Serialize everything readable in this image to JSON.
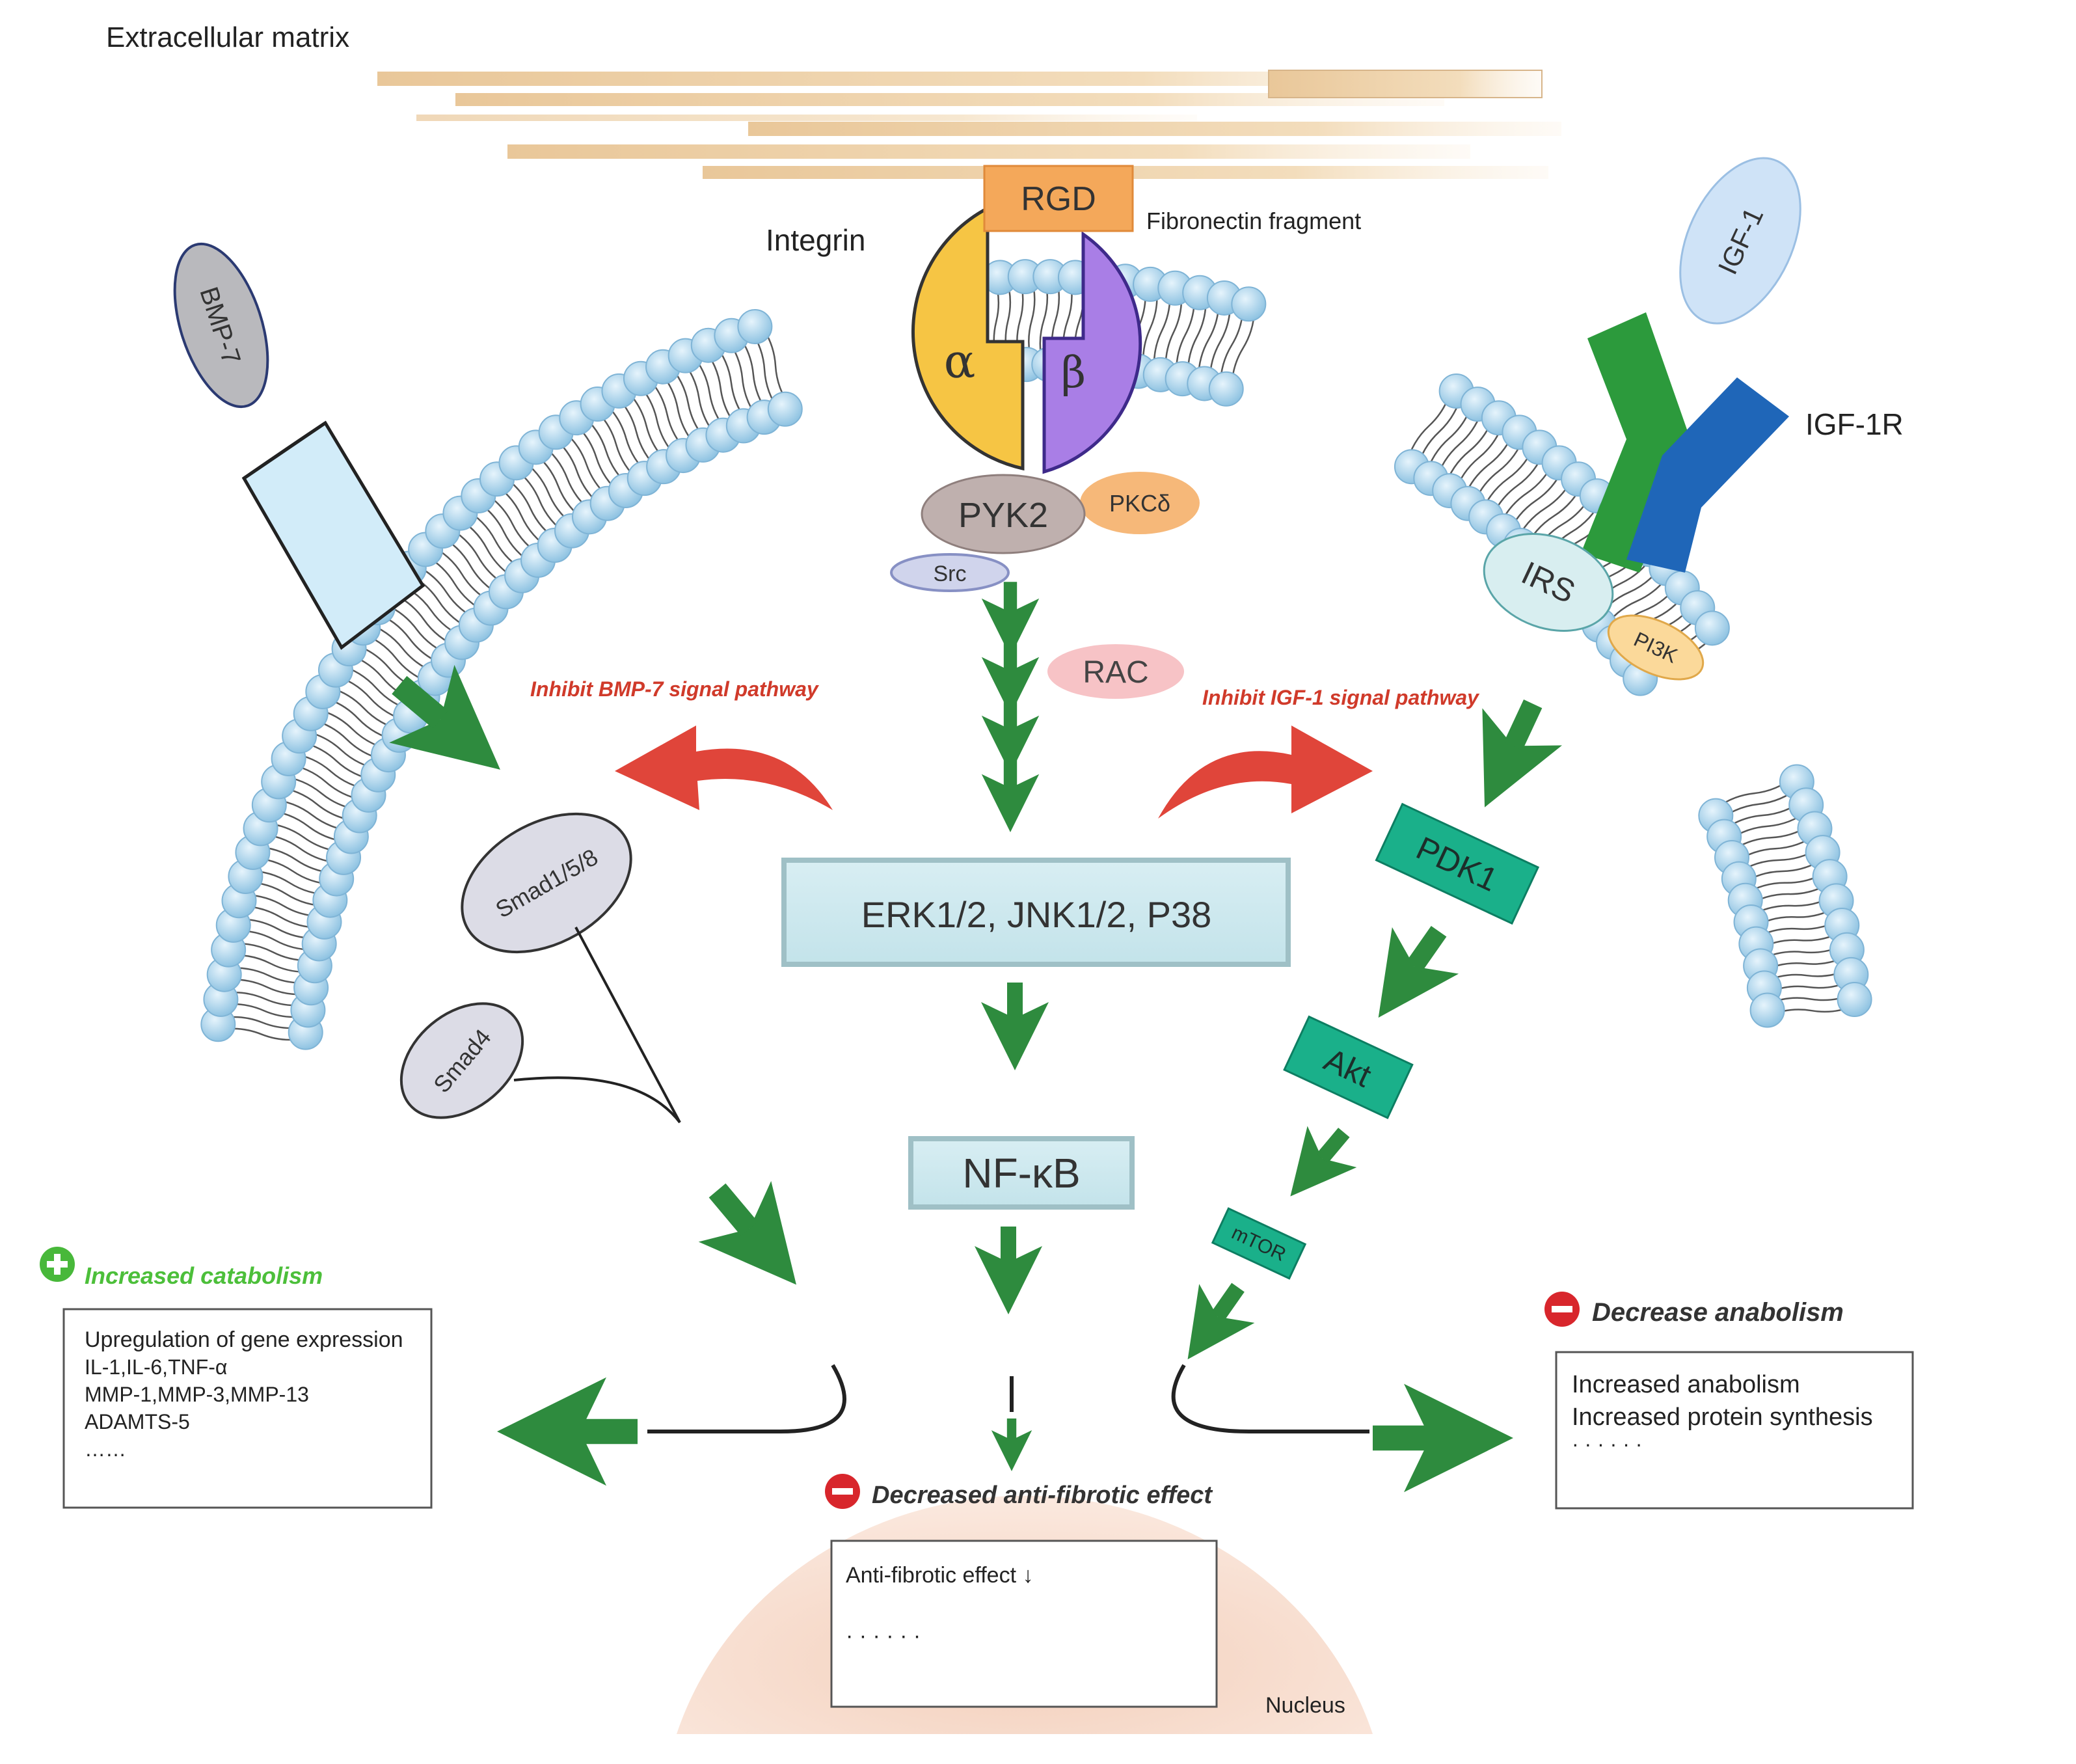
{
  "labels": {
    "extracellular_matrix": "Extracellular matrix",
    "rgd": "RGD",
    "fibronectin_fragment": "Fibronectin fragment",
    "integrin": "Integrin",
    "alpha": "α",
    "beta": "β",
    "bmp7": "BMP-7",
    "igf1": "IGF-1",
    "igf1r": "IGF-1R",
    "pyk2": "PYK2",
    "pkcd": "PKCδ",
    "src": "Src",
    "rac": "RAC",
    "irs": "IRS",
    "pi3k": "PI3K",
    "inhibit_bmp7": "Inhibit BMP-7 signal pathway",
    "inhibit_igf1": "Inhibit IGF-1 signal pathway",
    "smad158": "Smad1/5/8",
    "smad4": "Smad4",
    "mapk_box": "ERK1/2,  JNK1/2,  P38",
    "nfkb": "NF-κB",
    "pdk1": "PDK1",
    "akt": "Akt",
    "mtor": "mTOR",
    "nucleus": "Nucleus"
  },
  "catabolism": {
    "title": "Increased catabolism",
    "lines": [
      "Upregulation of gene expression",
      "IL-1,IL-6,TNF-α",
      "MMP-1,MMP-3,MMP-13",
      "ADAMTS-5",
      "……"
    ]
  },
  "anabolism": {
    "title": "Decrease anabolism",
    "lines": [
      "Increased anabolism",
      "Increased protein synthesis",
      "· · · · · ·"
    ]
  },
  "antifibrotic": {
    "title": "Decreased anti-fibrotic effect",
    "lines": [
      "Anti-fibrotic effect ↓",
      "· · · · · ·"
    ]
  },
  "icons": {
    "plus": "plus-circle-icon",
    "minus": "minus-circle-icon",
    "arrow": "green-arrow-icon",
    "inhibit": "red-curved-arrow-icon"
  },
  "colors": {
    "green_arrow": "#2e8b3e",
    "red_arrow": "#e0453a",
    "teal": "#1ab08a",
    "lipid_head": "#a9d4ec",
    "integrin_alpha": "#f6c544",
    "integrin_beta": "#a97ee6",
    "rgd": "#f4a85a",
    "plus_green": "#48b83a",
    "minus_red": "#d8262c",
    "inhibit_text": "#d03a2a",
    "catabolism_text": "#4cbf3a"
  }
}
